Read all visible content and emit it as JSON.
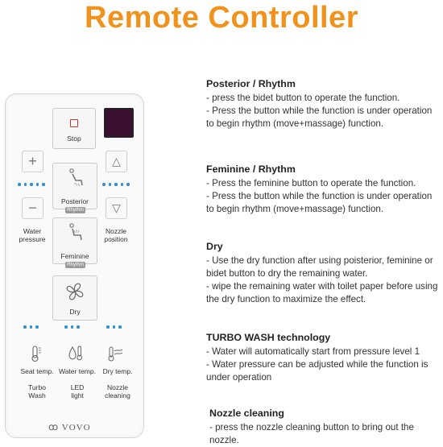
{
  "title": "Remote Controller",
  "colors": {
    "title": "#f0921c",
    "dots": "#2c8fd6",
    "display": "#3c1030"
  },
  "remote": {
    "stop": "Stop",
    "plus": "+",
    "minus": "−",
    "up": "△",
    "down": "▽",
    "posterior": "Posterior",
    "feminine": "Feminine",
    "rhythm_tag": "Rhythm",
    "water_pressure_1": "Water",
    "water_pressure_2": "pressure",
    "nozzle_position_1": "Nozzle",
    "nozzle_position_2": "position",
    "dry": "Dry",
    "seat_temp": "Seat temp.",
    "water_temp": "Water temp.",
    "dry_temp": "Dry temp.",
    "turbo_wash_1": "Turbo",
    "turbo_wash_2": "Wash",
    "led_light_1": "LED",
    "led_light_2": "light",
    "nozzle_cleaning_1": "Nozzle",
    "nozzle_cleaning_2": "cleaning",
    "brand": "VOVO"
  },
  "sections": [
    {
      "heading": "Posterior / Rhythm",
      "lines": [
        "- press the bidet button to operate the function.",
        "- Press the button while the function is under  operation to begin rhythm (move+massage) function."
      ]
    },
    {
      "heading": "Feminine / Rhythm",
      "lines": [
        "- Press the feminine button to operate the function.",
        "- Press the button while the function is under operation to begin rhythm (move+massage) function."
      ]
    },
    {
      "heading": "Dry",
      "lines": [
        "- Use the dry function after using poisterior, feminine or bidet button to dry the remaining water.",
        "- wipe the remaining water with toilet paper before using the dry function to  maximize the effect."
      ]
    },
    {
      "heading": "TURBO WASH technology",
      "lines": [
        "- Water will automatically start from pressure level 1",
        "- Water pressure can be adjusted while the function is under operation"
      ]
    },
    {
      "heading": "Nozzle cleaning",
      "lines": [
        "- press the nozzle cleaning button to bring out the nozzle."
      ]
    }
  ]
}
